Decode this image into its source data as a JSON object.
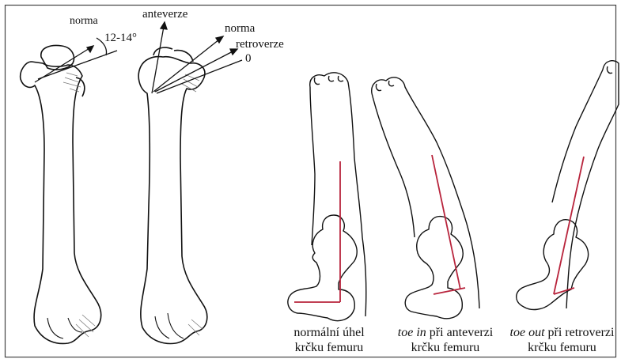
{
  "labels": {
    "norma_left": "norma",
    "angle": "12-14°",
    "anteverze": "anteverze",
    "norma_right": "norma",
    "retroverze": "retroverze",
    "zero": "0"
  },
  "captions": [
    {
      "emph": "",
      "line1": "normální úhel",
      "line2": "krčku femuru"
    },
    {
      "emph": "toe in",
      "line1": " při anteverzi",
      "line2": "krčku femuru"
    },
    {
      "emph": "toe out",
      "line1": " při retroverzi",
      "line2": "krčku femuru"
    }
  ],
  "colors": {
    "line": "#111111",
    "red_axis": "#b8243c",
    "shade": "#7a7a7a",
    "frame": "#444444"
  }
}
